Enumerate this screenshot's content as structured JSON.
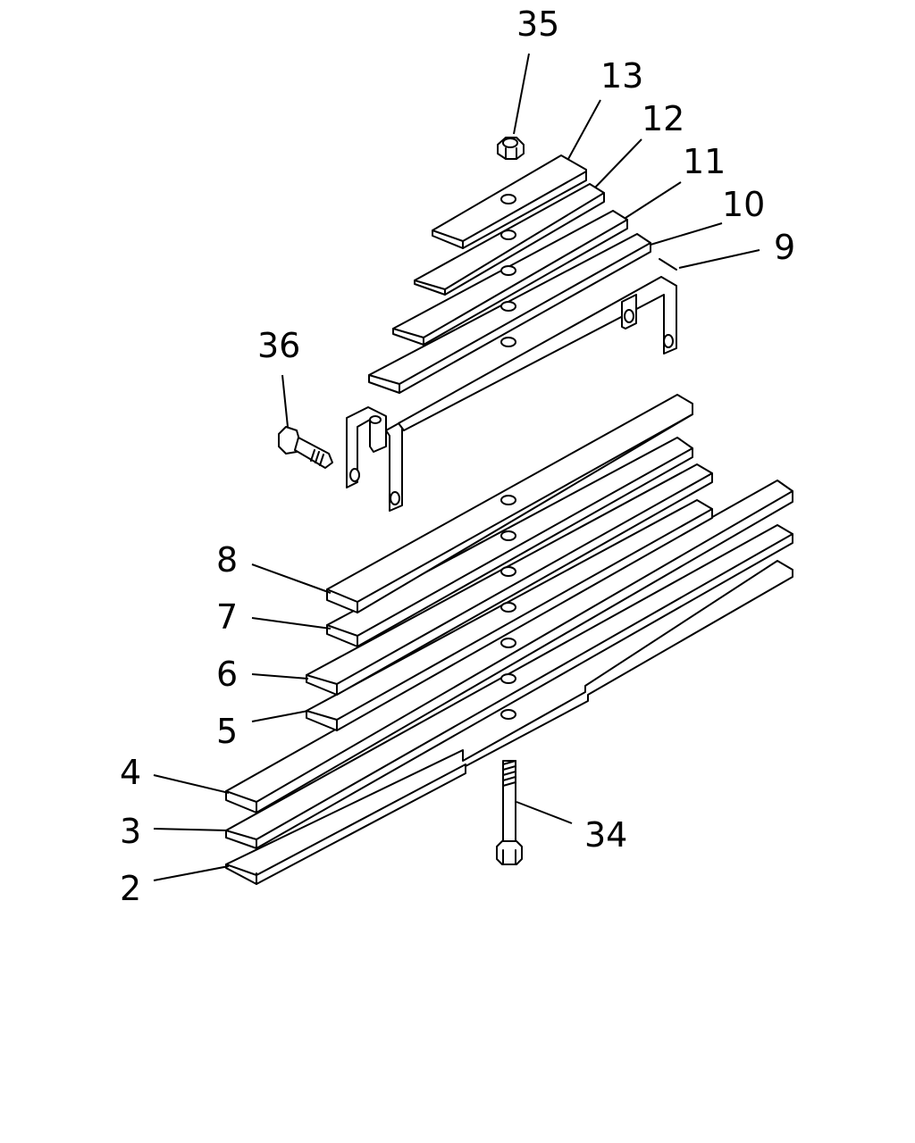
{
  "callouts": {
    "c2": "2",
    "c3": "3",
    "c4": "4",
    "c5": "5",
    "c6": "6",
    "c7": "7",
    "c8": "8",
    "c9": "9",
    "c10": "10",
    "c11": "11",
    "c12": "12",
    "c13": "13",
    "c34": "34",
    "c35": "35",
    "c36": "36"
  }
}
